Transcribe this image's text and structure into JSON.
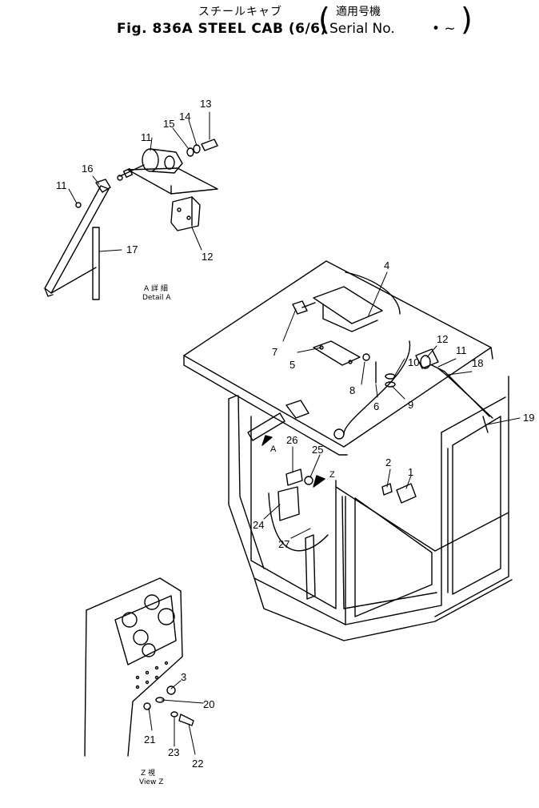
{
  "header": {
    "title_jp": "スチールキャブ",
    "title": "Fig. 836A  STEEL CAB (6/6)",
    "serial_jp": "適用号機",
    "serial": "Serial No.",
    "serial_range": "• ~"
  },
  "captions": {
    "detail_a_jp": "A 詳 細",
    "detail_a": "Detail A",
    "view_z_jp": "Z  視",
    "view_z": "View Z"
  },
  "labels": {
    "arrow_a": "A",
    "arrow_z": "Z"
  },
  "callouts": [
    "1",
    "2",
    "3",
    "4",
    "5",
    "6",
    "7",
    "8",
    "9",
    "10",
    "11",
    "12",
    "13",
    "14",
    "15",
    "16",
    "17",
    "18",
    "19",
    "20",
    "21",
    "22",
    "23",
    "24",
    "25",
    "26",
    "27"
  ],
  "detail_callouts": [
    "11",
    "11",
    "12",
    "13",
    "14",
    "15",
    "16",
    "17"
  ]
}
